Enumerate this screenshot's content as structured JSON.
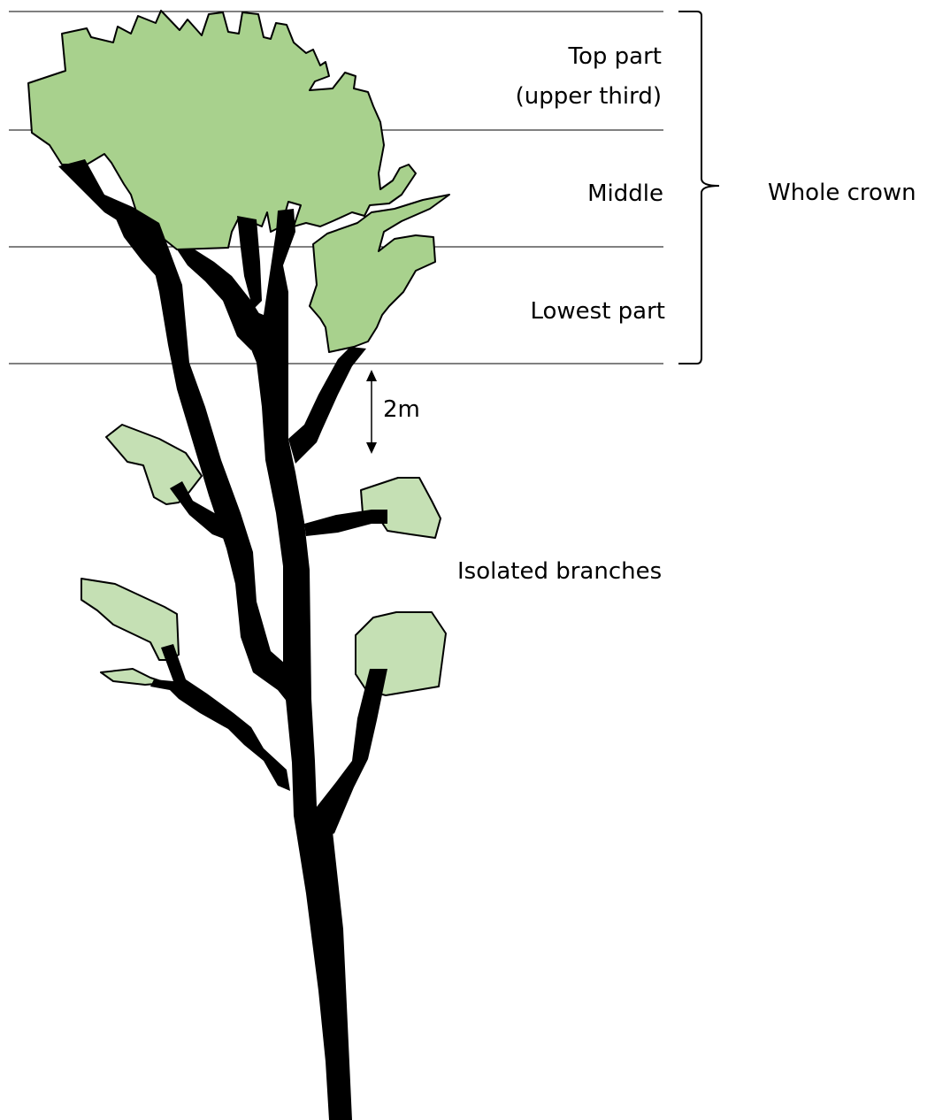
{
  "labels": {
    "top_line1": "Top part",
    "top_line2": "(upper third)",
    "middle": "Middle",
    "lowest": "Lowest part",
    "whole_crown": "Whole crown",
    "gap": "2m",
    "isolated": "Isolated branches"
  },
  "colors": {
    "crown_foliage": "#a8d18d",
    "isolated_foliage": "#c5e0b4",
    "wood": "#000000"
  }
}
